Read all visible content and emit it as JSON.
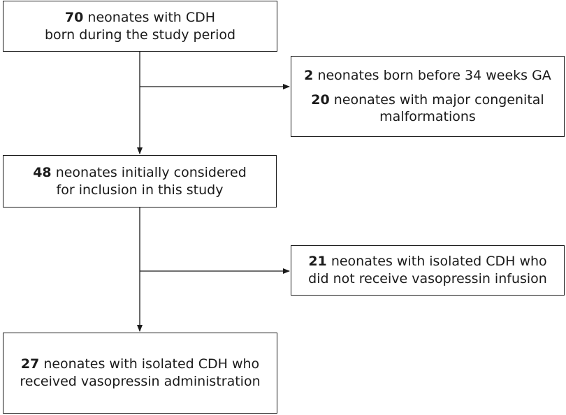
{
  "boxes": {
    "total": {
      "num": "70",
      "line1": "neonates with CDH",
      "line2": "born during the study period"
    },
    "excluded_1": {
      "a_num": "2",
      "a_text": "neonates born before 34 weeks GA",
      "b_num": "20",
      "b_line1": "neonates with major congenital",
      "b_line2": "malformations"
    },
    "considered": {
      "num": "48",
      "line1": "neonates initially considered",
      "line2": "for inclusion in this study"
    },
    "excluded_2": {
      "num": "21",
      "line1": "neonates with isolated CDH who",
      "line2": "did not receive vasopressin infusion"
    },
    "final": {
      "num": "27",
      "line1": "neonates with isolated CDH who",
      "line2": "received vasopressin administration"
    }
  }
}
